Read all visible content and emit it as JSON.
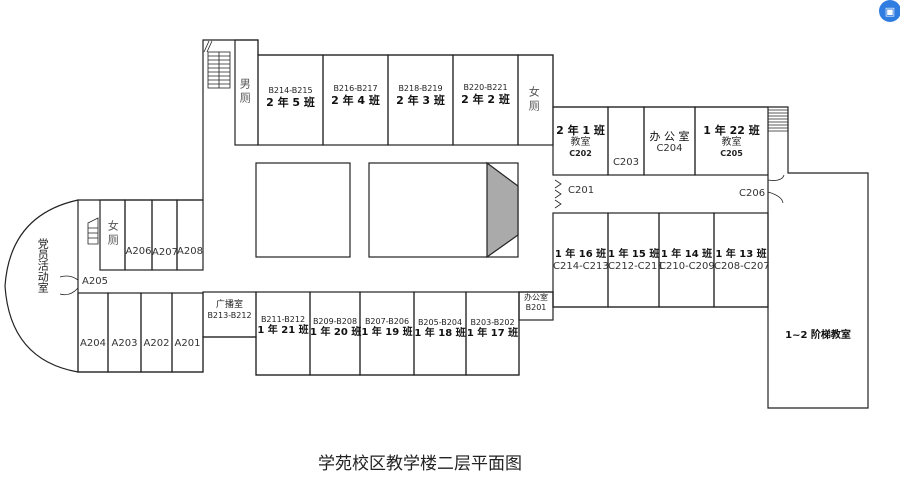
{
  "title": "学苑校区教学楼二层平面图",
  "north_wing": {
    "mens_toilet": "男厕",
    "womens_toilet": "女厕",
    "rooms": [
      {
        "code": "B214-B215",
        "name": "2 年 5 班"
      },
      {
        "code": "B216-B217",
        "name": "2 年 4 班"
      },
      {
        "code": "B218-B219",
        "name": "2 年 3 班"
      },
      {
        "code": "B220-B221",
        "name": "2 年 2 班"
      }
    ]
  },
  "east_wing": {
    "top_rooms": [
      {
        "name": "2 年 1 班",
        "sub": "教室",
        "code": "C202"
      },
      {
        "name": "",
        "sub": "",
        "code": "C203"
      },
      {
        "name": "办 公 室",
        "sub": "",
        "code": "C204"
      },
      {
        "name": "1 年 22 班",
        "sub": "教室",
        "code": "C205"
      }
    ],
    "entrance": "C201",
    "door": "C206",
    "bottom_rooms": [
      {
        "name": "1 年 16 班",
        "code": "C214-C213"
      },
      {
        "name": "1 年 15 班",
        "code": "C212-C211"
      },
      {
        "name": "1 年 14 班",
        "code": "C210-C209"
      },
      {
        "name": "1 年 13 班",
        "code": "C208-C207"
      }
    ],
    "lecture_hall": "1~2 阶梯教室"
  },
  "south_wing": {
    "broadcast": {
      "name": "广播室",
      "code": "B213-B212"
    },
    "rooms": [
      {
        "code": "B211-B212",
        "name": "1 年 21 班"
      },
      {
        "code": "B209-B208",
        "name": "1 年 20 班"
      },
      {
        "code": "B207-B206",
        "name": "1 年 19 班"
      },
      {
        "code": "B205-B204",
        "name": "1 年 18 班"
      },
      {
        "code": "B203-B202",
        "name": "1 年 17 班"
      }
    ],
    "office": {
      "name": "办公室",
      "code": "B201"
    }
  },
  "west_wing": {
    "party_room": "党员活动室",
    "womens_toilet": "女厕",
    "top_rooms": [
      "A206",
      "A207",
      "A208"
    ],
    "door": "A205",
    "bottom_rooms": [
      "A204",
      "A203",
      "A202",
      "A201"
    ]
  },
  "fab_icon": "screenshot-icon"
}
